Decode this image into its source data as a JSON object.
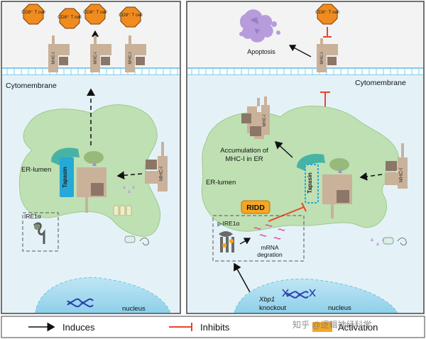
{
  "left": {
    "cell_labels": [
      "CD8⁺ T cell",
      "CD8⁺ T cell",
      "CD8⁺ T cell",
      "CD8⁺ T cell"
    ],
    "cytomembrane": "Cytomembrane",
    "mhc_label": "MHC-I",
    "er_lumen": "ER-lumen",
    "tapasin": "Tapasin",
    "ire1": "IRE1α",
    "nucleus": "nucleus"
  },
  "right": {
    "cell_label": "CD8⁺ T cell",
    "apoptosis": "Apoptosis",
    "cytomembrane": "Cytomembrane",
    "mhc_label": "MHC-I",
    "accumulation_line1": "Accumulation of",
    "accumulation_line2": "MHC-I in ER",
    "er_lumen": "ER-lumen",
    "tapasin": "Tapasin",
    "ridd": "RIDD",
    "p_ire1": "p-IRE1α",
    "mrna_line1": "mRNA",
    "mrna_line2": "degration",
    "xbp1": "Xbp1",
    "knockout": "knockout",
    "nucleus": "nucleus"
  },
  "legend": {
    "induces": "Induces",
    "inhibits": "Inhibits",
    "activation": "Activation"
  },
  "watermark": "知乎 @逻辑神经科学",
  "colors": {
    "tcell_fill": "#f08b1e",
    "er_fill": "#bfe0b3",
    "cyto_fill": "#dcefe9",
    "mhc_fill": "#c9b19a",
    "mhc_dark": "#8b7667",
    "tapasin_fill": "#26a9d6",
    "chaperone": "#97b97a",
    "ridd_fill": "#f5a623",
    "inhibit": "#e8462a",
    "membrane": "#7ecde8",
    "apoptosis": "#b79cdb",
    "dna": "#2a3fb0"
  }
}
